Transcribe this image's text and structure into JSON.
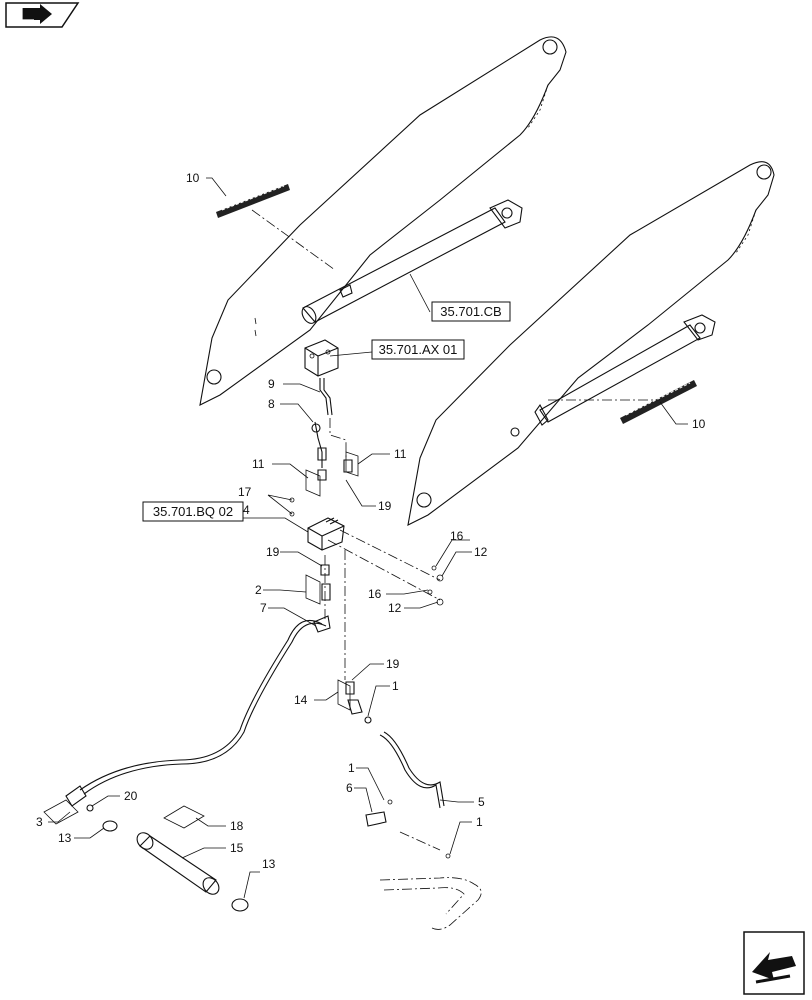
{
  "callouts": {
    "c1a": "1",
    "c1b": "1",
    "c1c": "1",
    "c2": "2",
    "c3": "3",
    "c4": "4",
    "c5": "5",
    "c6": "6",
    "c7": "7",
    "c8": "8",
    "c9": "9",
    "c10a": "10",
    "c10b": "10",
    "c11a": "11",
    "c11b": "11",
    "c12a": "12",
    "c12b": "12",
    "c13a": "13",
    "c13b": "13",
    "c14": "14",
    "c15": "15",
    "c16a": "16",
    "c16b": "16",
    "c17": "17",
    "c18": "18",
    "c19a": "19",
    "c19b": "19",
    "c19c": "19",
    "c20": "20"
  },
  "references": {
    "cb": "35.701.CB",
    "ax01": "35.701.AX 01",
    "bq02": "35.701.BQ 02"
  },
  "nav": {
    "prev_icon": "back-arrow-icon",
    "next_icon": "forward-arrow-icon"
  }
}
